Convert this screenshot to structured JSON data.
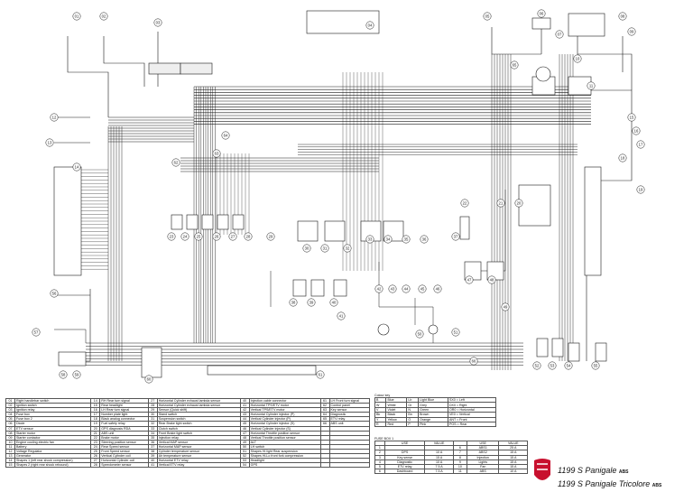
{
  "title": {
    "line1": "1199 S Panigale",
    "line1_suffix": "ABS",
    "line2": "1199 S Panigale Tricolore",
    "line2_suffix": "ABS"
  },
  "colors": {
    "wire": "#1a1a1a",
    "background": "#ffffff",
    "logo_red": "#c8102e"
  },
  "key_numbers": [
    "01",
    "02",
    "03",
    "04",
    "05",
    "06",
    "07",
    "08",
    "09",
    "10",
    "11",
    "12",
    "13",
    "14",
    "15",
    "16",
    "17",
    "18",
    "19",
    "20",
    "21",
    "22",
    "23",
    "24",
    "25",
    "26",
    "27",
    "28",
    "29",
    "30",
    "31",
    "32",
    "33",
    "34",
    "35",
    "36",
    "37",
    "38",
    "39",
    "40",
    "41",
    "42",
    "43",
    "44",
    "45",
    "46",
    "47",
    "48",
    "49",
    "50",
    "51",
    "52",
    "53",
    "54",
    "55",
    "56",
    "57",
    "58",
    "59",
    "60",
    "61",
    "62",
    "63",
    "64",
    "65",
    "66"
  ],
  "legend": {
    "rows": [
      [
        "01",
        "Right handlebar switch",
        "14",
        "RH Rear turn signal",
        "27",
        "Horizontal Cylinder exhaust lambda sensor",
        "40",
        "Injection cable connector"
      ],
      [
        "02",
        "Ignition switch",
        "15",
        "Rear headlight",
        "28",
        "Horizontal Cylinder exhaust lambda sensor",
        "41",
        "Horizontal TPS/ETV motor"
      ],
      [
        "03",
        "Ignition relay",
        "16",
        "LH Rear turn signal",
        "29",
        "Sensor (Quick shift)",
        "42",
        "Vertical TPS/ETV motor"
      ],
      [
        "04",
        "Fuse box",
        "17",
        "Number plate light",
        "30",
        "Stand switch",
        "43",
        "Horizontal Cylinder injector (P)"
      ],
      [
        "05",
        "Fuse box 2",
        "18",
        "Black analog connector",
        "31",
        "Suspension switch",
        "44",
        "Vertical Cylinder injector (P)"
      ],
      [
        "06",
        "Diode",
        "19",
        "Fuel safety relay",
        "32",
        "Rear Brake light switch",
        "45",
        "Horizontal Cylinder injector (S)"
      ],
      [
        "07",
        "ETV sensor",
        "20",
        "GPS diagnosis RDA",
        "33",
        "Clutch switch",
        "46",
        "Vertical Cylinder injector (S)"
      ],
      [
        "08",
        "Starter motor",
        "21",
        "ABS unit",
        "34",
        "Front Brake light switch",
        "47",
        "Horizontal Throttle position sensor"
      ],
      [
        "09",
        "Starter contactor",
        "22",
        "Brake motor",
        "35",
        "Injection relay",
        "48",
        "Vertical Throttle position sensor"
      ],
      [
        "10",
        "Engine cooling electric fan",
        "23",
        "Steering position sensor",
        "36",
        "Vertical MAP sensor",
        "49",
        "ALT"
      ],
      [
        "11",
        "Battery",
        "24",
        "Rear Speed sensor",
        "37",
        "Horizontal MAP sensor",
        "50",
        "LH switch"
      ],
      [
        "12",
        "Voltage Regulator",
        "25",
        "Front Speed sensor",
        "38",
        "Cylinder temperature sensor",
        "51",
        "Shapes Hi light Rear suspension"
      ],
      [
        "13",
        "Generator",
        "26",
        "Vertical Cylinder coil",
        "39",
        "Air temperature sensor",
        "52",
        "Shapes Hi-Lo front fork compression"
      ],
      [
        "14",
        "Shapes 1 (left rear shock compression)",
        "27",
        "Horizontal Cylinder coil",
        "40",
        "Horizontal ETV relay",
        "53",
        "Headlight"
      ],
      [
        "15",
        "Shapes 2 (right rear shock rebound)",
        "28",
        "Speedometer sensor",
        "41",
        "Vertical ETV relay",
        "54",
        "GPS"
      ]
    ],
    "extra": [
      [
        "61",
        "LH Front turn signal"
      ],
      [
        "62",
        "Control panel"
      ],
      [
        "63",
        "Key sensor"
      ],
      [
        "64",
        "Diagnostic"
      ],
      [
        "65",
        "ETV relay"
      ],
      [
        "66",
        "ABS unit"
      ]
    ]
  },
  "color_key": {
    "header": "Colour key",
    "rows": [
      [
        "B",
        "Blue",
        "Lb",
        "Light Blue",
        "SX0 = Left"
      ],
      [
        "W",
        "White",
        "Gr",
        "Grey",
        "DX0 = Right"
      ],
      [
        "V",
        "Violet",
        "N",
        "Green",
        "OR0 = Horizontal"
      ],
      [
        "Bk",
        "Black",
        "Bn",
        "Brown",
        "VE0 = Vertical"
      ],
      [
        "Y",
        "Yellow",
        "O",
        "Orange",
        "ANT = Front"
      ],
      [
        "R",
        "Red",
        "P",
        "Pink",
        "POS = Rear"
      ]
    ]
  },
  "fuse_table": {
    "header": "FUSE BOX 1",
    "cols": [
      "",
      "USE",
      "VALUE",
      "",
      "USE",
      "VALUE"
    ],
    "rows": [
      [
        "1",
        "",
        "",
        "6",
        "ABS1",
        "25 A"
      ],
      [
        "2",
        "DPS",
        "10 A",
        "7",
        "ABS2",
        "15 A"
      ],
      [
        "3",
        "Key sense",
        "15 A",
        "8",
        "Injection",
        "15 A"
      ],
      [
        "4",
        "Diagnostic",
        "10 A",
        "9",
        "Lights",
        "15 A"
      ],
      [
        "5",
        "ETV relay",
        "7.5 A",
        "10",
        "Fan",
        "15 A"
      ],
      [
        "6",
        "Dashboard",
        "7.5 A",
        "11",
        "ABS",
        "10 A"
      ]
    ]
  }
}
